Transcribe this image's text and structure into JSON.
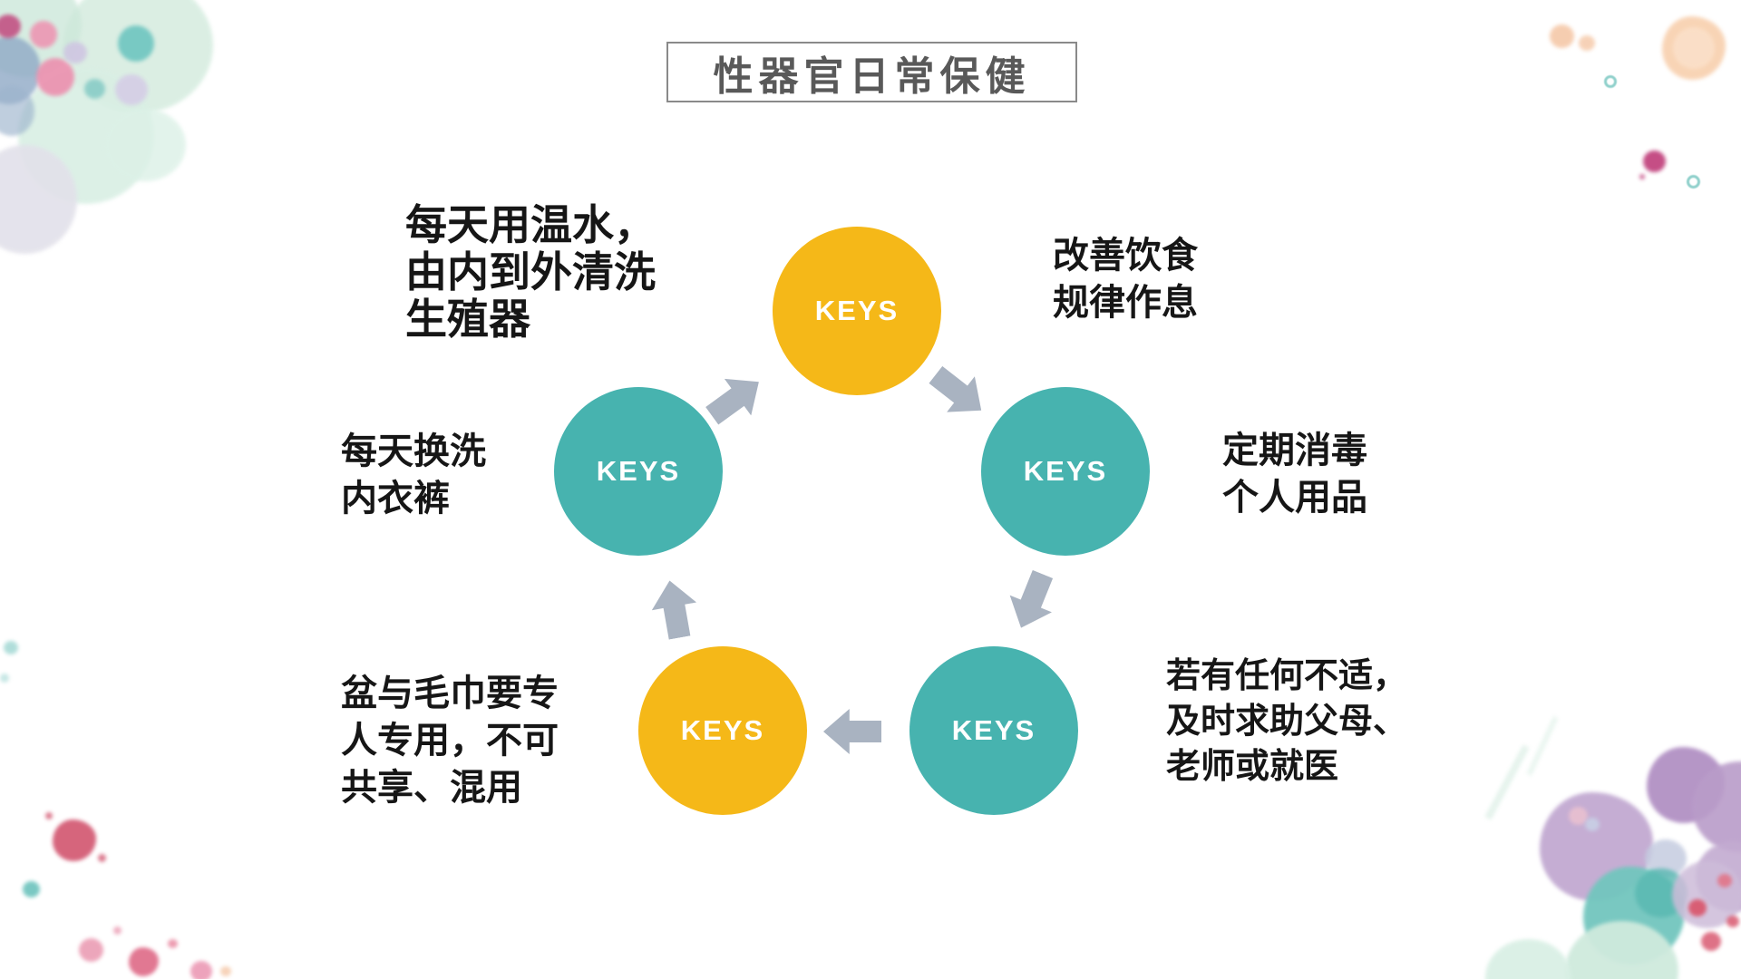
{
  "slide": {
    "title": "性器官日常保健",
    "keys_label": "KEYS",
    "colors": {
      "yellow_circle": "#F5B818",
      "teal_circle": "#47B3AF",
      "arrow": "#A9B3C1",
      "title_text": "#595959",
      "title_border": "#8A8A8A",
      "note_text": "#161616",
      "background": "#FFFFFF"
    },
    "circles": [
      {
        "id": "top",
        "label": "KEYS",
        "color": "#F5B818"
      },
      {
        "id": "upper-right",
        "label": "KEYS",
        "color": "#47B3AF"
      },
      {
        "id": "lower-right",
        "label": "KEYS",
        "color": "#47B3AF"
      },
      {
        "id": "lower-left",
        "label": "KEYS",
        "color": "#F5B818"
      },
      {
        "id": "left",
        "label": "KEYS",
        "color": "#47B3AF"
      }
    ],
    "notes": {
      "wash_daily": "每天用温水，\n由内到外清洗\n生殖器",
      "diet_routine": "改善饮食\n规律作息",
      "disinfect": "定期消毒\n个人用品",
      "seek_help": "若有任何不适，\n及时求助父母、\n老师或就医",
      "personal_basin": "盆与毛巾要专\n人专用，不可\n共享、混用",
      "change_underwear": "每天换洗\n内衣裤"
    }
  }
}
